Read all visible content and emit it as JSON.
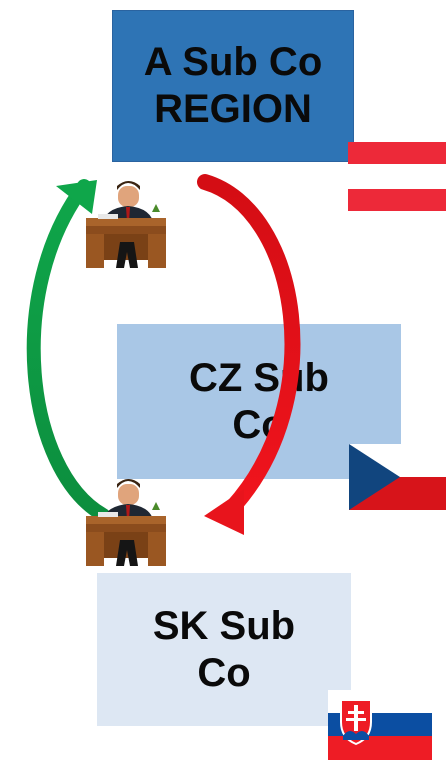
{
  "boxes": {
    "a": {
      "label": "A Sub Co\nREGION",
      "color": "#2e74b5"
    },
    "cz": {
      "label": "CZ Sub\nCo",
      "color": "#a9c7e6"
    },
    "sk": {
      "label": "SK Sub\nCo",
      "color": "#dde7f3"
    }
  },
  "arrows": {
    "up_color": "#0fa64a",
    "down_color": "#e8141c"
  },
  "flags": {
    "austria": {
      "colors": [
        "#ed2939",
        "#ffffff",
        "#ed2939"
      ]
    },
    "czech": {
      "colors": [
        "#ffffff",
        "#d7141a",
        "#11457e"
      ]
    },
    "slovakia": {
      "colors": [
        "#ffffff",
        "#0b4ea2",
        "#ee1c25"
      ]
    }
  },
  "icons": [
    "businessman-at-desk-icon",
    "businessman-at-desk-icon"
  ]
}
